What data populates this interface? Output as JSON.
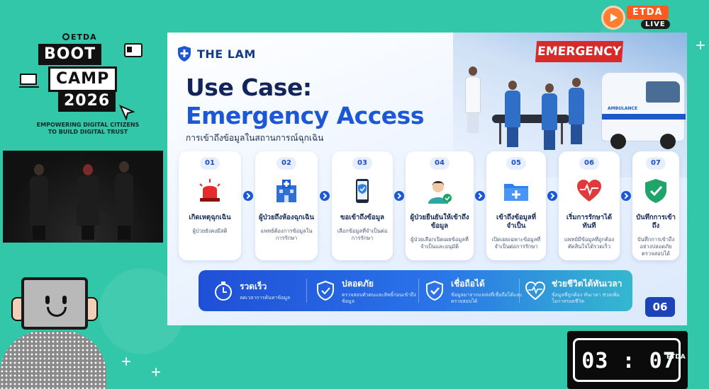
{
  "live_badge": {
    "brand": "ETDA",
    "live": "LIVE"
  },
  "bootcamp": {
    "org": "ETDA",
    "line1": "BOOT",
    "line2": "CAMP",
    "line3": "2026",
    "tagline1": "EMPOWERING DIGITAL CITIZENS",
    "tagline2": "TO BUILD DIGITAL TRUST"
  },
  "slide": {
    "brand": "THE LAM",
    "sign": "EMERGENCY",
    "ambulance_label": "AMBULANCE",
    "title_line1": "Use Case:",
    "title_line2": "Emergency Access",
    "subtitle": "การเข้าถึงข้อมูลในสถานการณ์ฉุกเฉิน",
    "steps": [
      {
        "num": "01",
        "title": "เกิดเหตุฉุกเฉิน",
        "desc": "ผู้ป่วยยังคงมีสติ",
        "icon": "siren-icon"
      },
      {
        "num": "02",
        "title": "ผู้ป่วยถึงห้องฉุกเฉิน",
        "desc": "แพทย์ต้องการข้อมูลในการรักษา",
        "icon": "hospital-icon"
      },
      {
        "num": "03",
        "title": "ขอเข้าถึงข้อมูล",
        "desc": "เลือกข้อมูลที่จำเป็นต่อการรักษา",
        "icon": "phone-shield-icon"
      },
      {
        "num": "04",
        "title": "ผู้ป่วยยืนยันให้เข้าถึงข้อมูล",
        "desc": "ผู้ป่วยเลือกเปิดเผยข้อมูลที่จำเป็นและอนุมัติ",
        "icon": "patient-consent-icon"
      },
      {
        "num": "05",
        "title": "เข้าถึงข้อมูลที่จำเป็น",
        "desc": "เปิดเผยเฉพาะข้อมูลที่จำเป็นต่อการรักษา",
        "icon": "medical-folder-icon"
      },
      {
        "num": "06",
        "title": "เริ่มการรักษาได้ทันที",
        "desc": "แพทย์มีข้อมูลที่ถูกต้องตัดสินใจได้รวดเร็ว",
        "icon": "heartbeat-icon"
      },
      {
        "num": "07",
        "title": "บันทึกการเข้าถึง",
        "desc": "บันทึกการเข้าถึงอย่างปลอดภัย ตรวจสอบได้",
        "icon": "shield-check-icon"
      }
    ],
    "benefits": [
      {
        "title": "รวดเร็ว",
        "desc": "ลดเวลาการค้นหาข้อมูล",
        "icon": "stopwatch-icon"
      },
      {
        "title": "ปลอดภัย",
        "desc": "ตรวจสอบตัวตนและสิทธิ์ก่อนเข้าถึงข้อมูล",
        "icon": "shield-check-icon"
      },
      {
        "title": "เชื่อถือได้",
        "desc": "ข้อมูลมาจากแหล่งที่เชื่อถือได้และตรวจสอบได้",
        "icon": "verified-shield-icon"
      },
      {
        "title": "ช่วยชีวิตได้ทันเวลา",
        "desc": "ข้อมูลที่ถูกต้อง ทันเวลา ช่วยเพิ่มโอกาสรอดชีวิต",
        "icon": "heart-pulse-icon"
      }
    ],
    "page_number": "06"
  },
  "timer": {
    "value": "03 : 07",
    "brand": "ETDA"
  },
  "colors": {
    "background": "#33c7a9",
    "slide_title": "#12245a",
    "slide_accent": "#1c57d6",
    "emergency_red": "#d92a2a",
    "live_orange": "#ff5a1f"
  }
}
